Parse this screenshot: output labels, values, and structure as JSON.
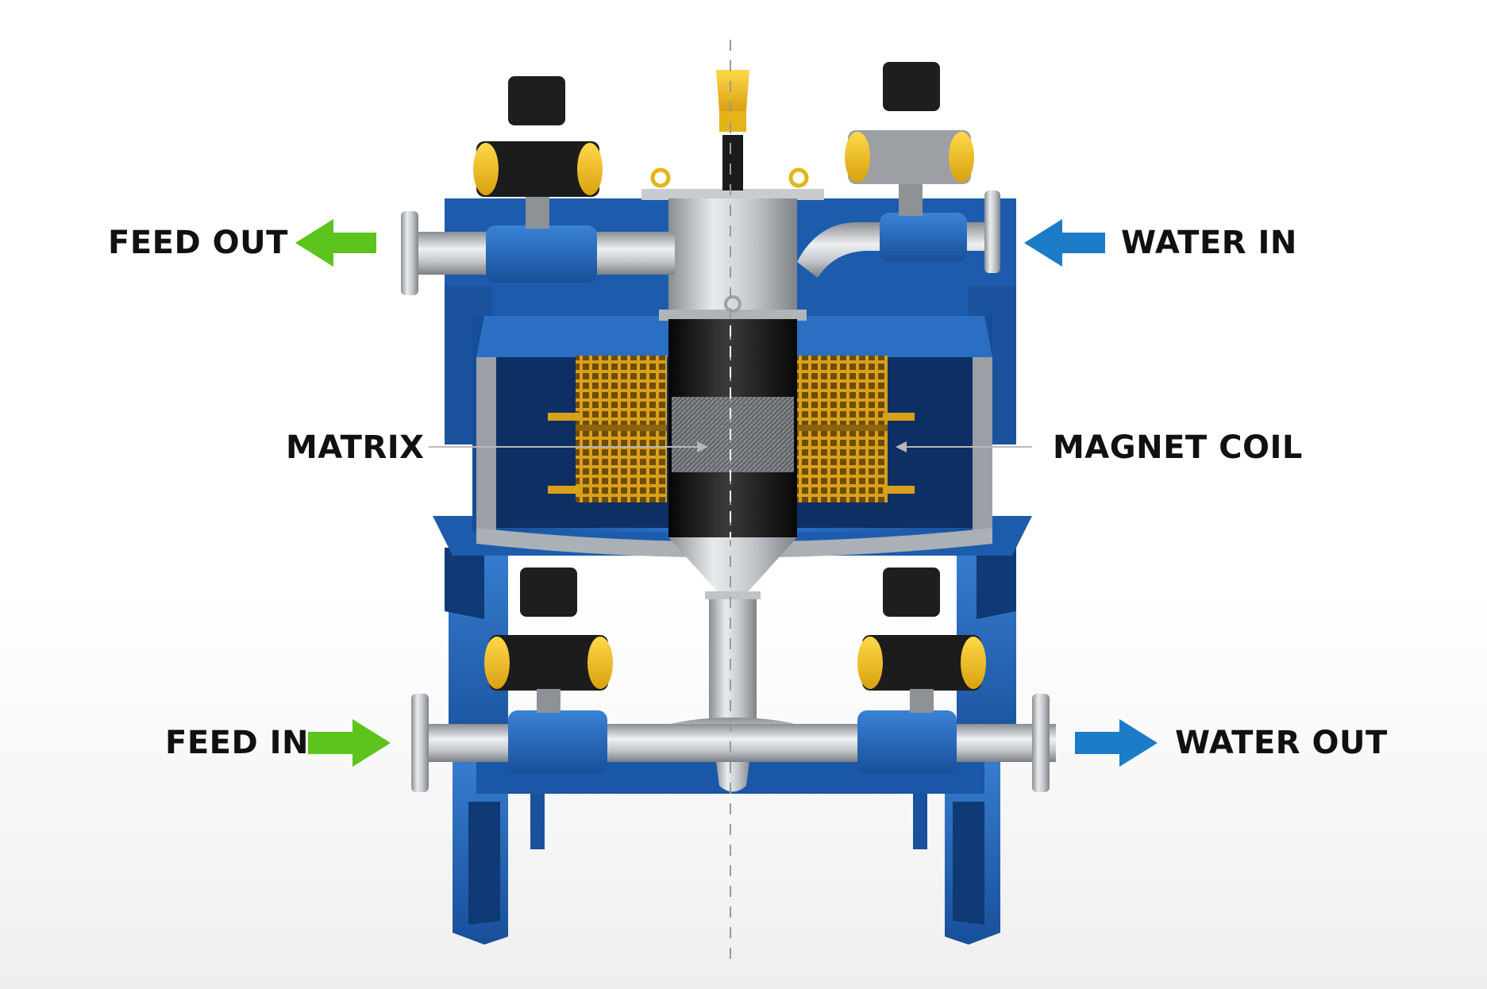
{
  "labels": {
    "feed_out": "FEED OUT",
    "water_in": "WATER IN",
    "matrix": "MATRIX",
    "magnet_coil": "MAGNET COIL",
    "feed_in": "FEED IN",
    "water_out": "WATER OUT"
  },
  "colors": {
    "feed_arrow": "#5cc41c",
    "water_arrow": "#1c7cc8",
    "frame_blue": "#1e5fb0",
    "actuator_yellow": "#f2c21c",
    "coil_orange": "#d9a01a",
    "steel": "#b4b8bc",
    "matrix_black": "#1a1a1a"
  }
}
